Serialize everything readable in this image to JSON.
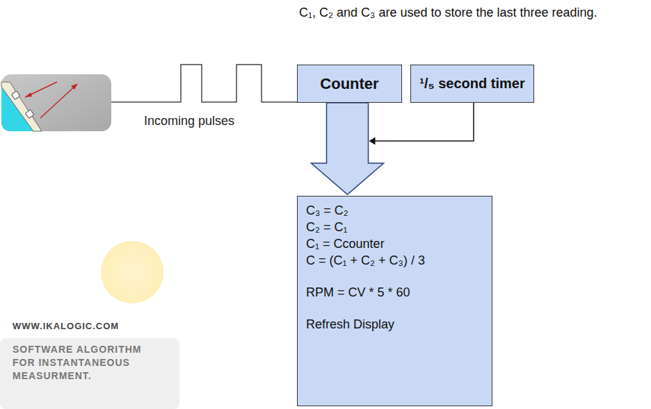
{
  "diagram": {
    "nodes": [
      {
        "text": [
          "Counter"
        ]
      },
      {
        "text": [
          "¹/₅ second timer"
        ]
      },
      {
        "text": [
          "C₃ = C₂",
          "C₂ = C₁",
          "C₁ = Ccounter",
          "C = (C₁ + C₂ + C₃) / 3",
          "RPM = CV * 5 * 60",
          "Refresh Display"
        ]
      }
    ],
    "edges": [
      {
        "from": 0,
        "to": 2,
        "arrow": "to"
      },
      {
        "from": 1,
        "to": 0,
        "arrow": "to"
      }
    ],
    "labels": [
      "C₁, C₂ and C₃ are used to store the last three reading.",
      "Incoming pulses",
      "WWW.IKALOGIC.COM",
      "SOFTWARE ALGORITHM FOR INSTANTANEOUS MEASURMENT."
    ]
  }
}
